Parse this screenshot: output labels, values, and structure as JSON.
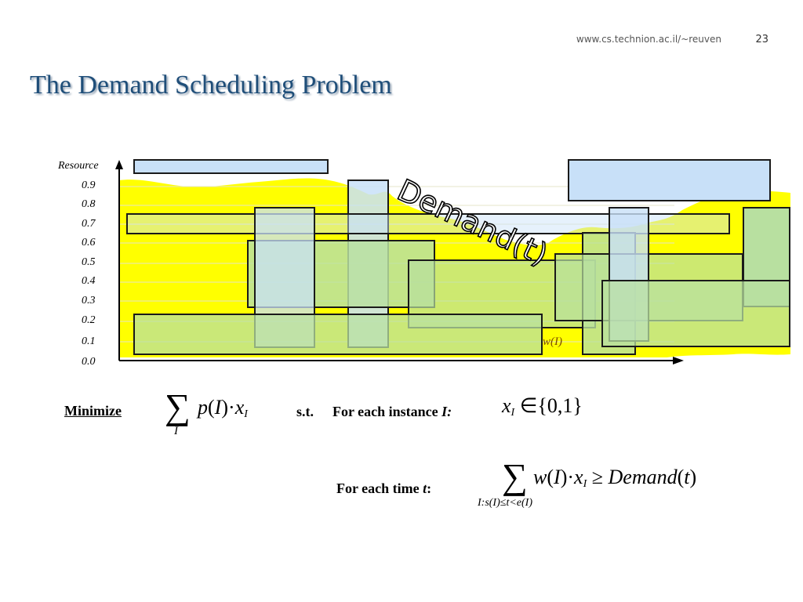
{
  "header": {
    "url": "www.cs.technion.ac.il/~reuven",
    "page_number": "23"
  },
  "title": "The Demand Scheduling Problem",
  "diagram": {
    "y_axis_label": "Resource",
    "y_ticks": [
      "0.9",
      "0.8",
      "0.7",
      "0.6",
      "0.5",
      "0.4",
      "0.3",
      "0.2",
      "0.1",
      "0.0"
    ],
    "demand_label": "Demand(t)",
    "width_label": "w(I)",
    "colors": {
      "demand": "#ffff00",
      "interval_green": "#b8e0a0",
      "interval_blue": "#c8e0f8",
      "axis": "#000000",
      "border": "#1a1a1a"
    }
  },
  "formula": {
    "minimize_label": "Minimize",
    "objective": {
      "sum": "∑",
      "sum_index": "I",
      "p": "p",
      "I": "I",
      "dot": "·",
      "x": "x",
      "x_sub": "I"
    },
    "st_label": "s.t.",
    "constraint1": {
      "prefix": "For each instance ",
      "var": "I",
      "suffix": ":",
      "x": "x",
      "x_sub": "I",
      "rest": "∈{0,1}"
    },
    "constraint2": {
      "prefix": "For each time ",
      "var": "t",
      "suffix": ":",
      "sum": "∑",
      "sum_index": "I:s(I)≤t<e(I)",
      "w": "w",
      "I": "I",
      "dot": "·",
      "x": "x",
      "x_sub": "I",
      "geq": "≥",
      "demand": "Demand",
      "t": "t"
    }
  }
}
